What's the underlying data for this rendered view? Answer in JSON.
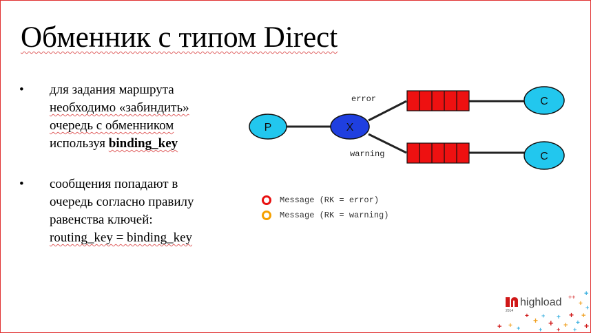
{
  "title": "Обменник с типом Direct",
  "bullets": [
    {
      "lines": [
        "для задания маршрута",
        "необходимо «забиндить»",
        "очередь с обменником",
        "используя "
      ],
      "bold": "binding_key"
    },
    {
      "lines": [
        "сообщения попадают в",
        "очередь согласно правилу",
        "равенства ключей:",
        "routing_key = binding_key"
      ]
    }
  ],
  "bullet_symbol": "•",
  "diagram": {
    "producer": "P",
    "exchange": "X",
    "consumer_top": "C",
    "consumer_bottom": "C",
    "edge_top": "error",
    "edge_bottom": "warning",
    "colors": {
      "node_fill": "#22c7ee",
      "exchange_fill": "#1f3fe0",
      "queue_fill": "#ee1111"
    }
  },
  "legend": [
    {
      "label": "Message (RK = error)",
      "color": "#e81010"
    },
    {
      "label": "Message (RK = warning)",
      "color": "#f5a000"
    }
  ],
  "logo": {
    "text": "highload",
    "superscript": "++",
    "year": "2014"
  }
}
